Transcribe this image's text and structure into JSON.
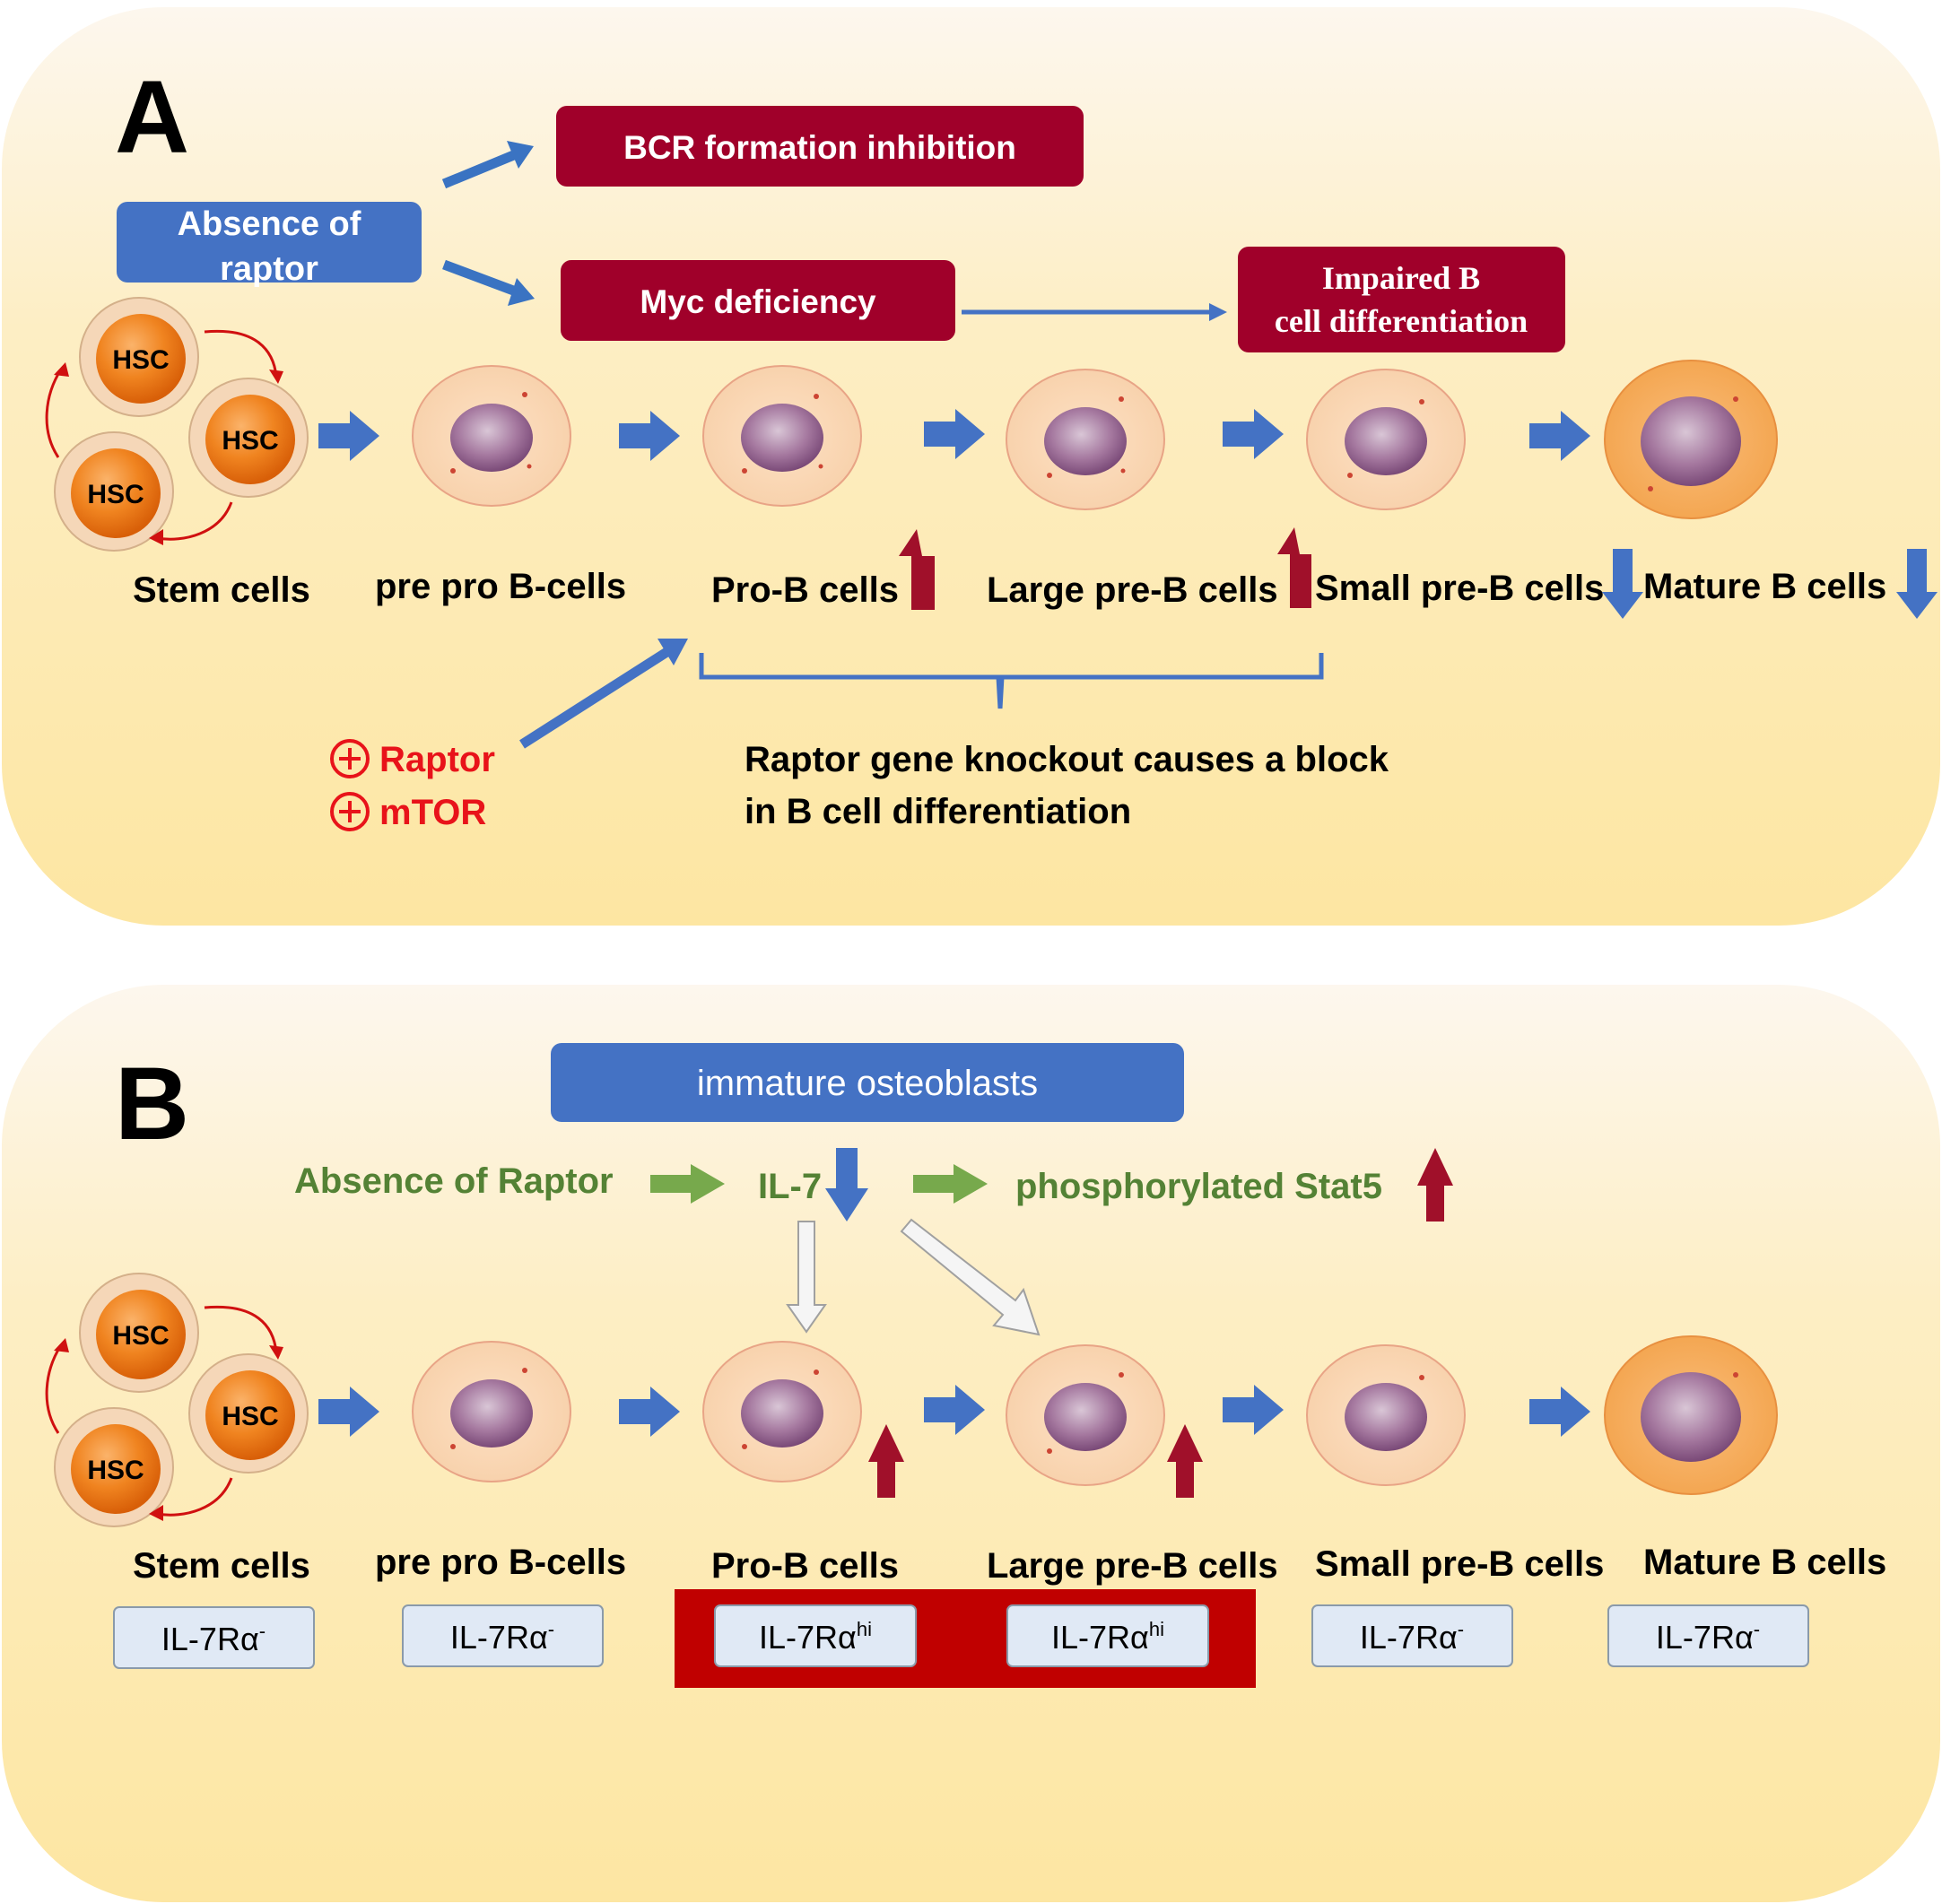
{
  "colors": {
    "panel_top": "#fdf6ec",
    "panel_bottom": "#fde9a4",
    "blue_box": "#4472c4",
    "red_box": "#a0002a",
    "blue_arrow": "#4472c4",
    "red_arrow": "#a0102a",
    "green_arrow": "#77a94c",
    "green_text": "#548235",
    "red_text": "#e8131a",
    "highlight_bar": "#c00000",
    "receptor_box": "#e0e9f5",
    "hsc_orange": "#ef7b10",
    "nucleus": "#8e5a8c"
  },
  "hsc_label": "HSC",
  "stages": [
    "Stem cells",
    "pre pro B-cells",
    "Pro-B cells",
    "Large pre-B cells",
    "Small pre-B cells",
    "Mature B cells"
  ],
  "panel_a": {
    "letter": "A",
    "absence_box": "Absence of raptor",
    "bcr_box": "BCR formation inhibition",
    "myc_box": "Myc deficiency",
    "impaired_box": "Impaired  B cell differentiation",
    "raptor_label": "Raptor",
    "mtor_label": "mTOR",
    "block_line1": "Raptor gene knockout causes a block",
    "block_line2": "in B cell differentiation"
  },
  "panel_b": {
    "letter": "B",
    "osteoblast_box": "immature osteoblasts",
    "absence_label": "Absence of Raptor",
    "il7_label": "IL-7",
    "stat5_label": "phosphorylated Stat5",
    "receptors": [
      {
        "base": "IL-7Rα",
        "sup": "-"
      },
      {
        "base": "IL-7Rα",
        "sup": "-"
      },
      {
        "base": "IL-7Rα",
        "sup": "hi"
      },
      {
        "base": "IL-7Rα",
        "sup": "hi"
      },
      {
        "base": "IL-7Rα",
        "sup": "-"
      },
      {
        "base": "IL-7Rα",
        "sup": "-"
      }
    ]
  }
}
